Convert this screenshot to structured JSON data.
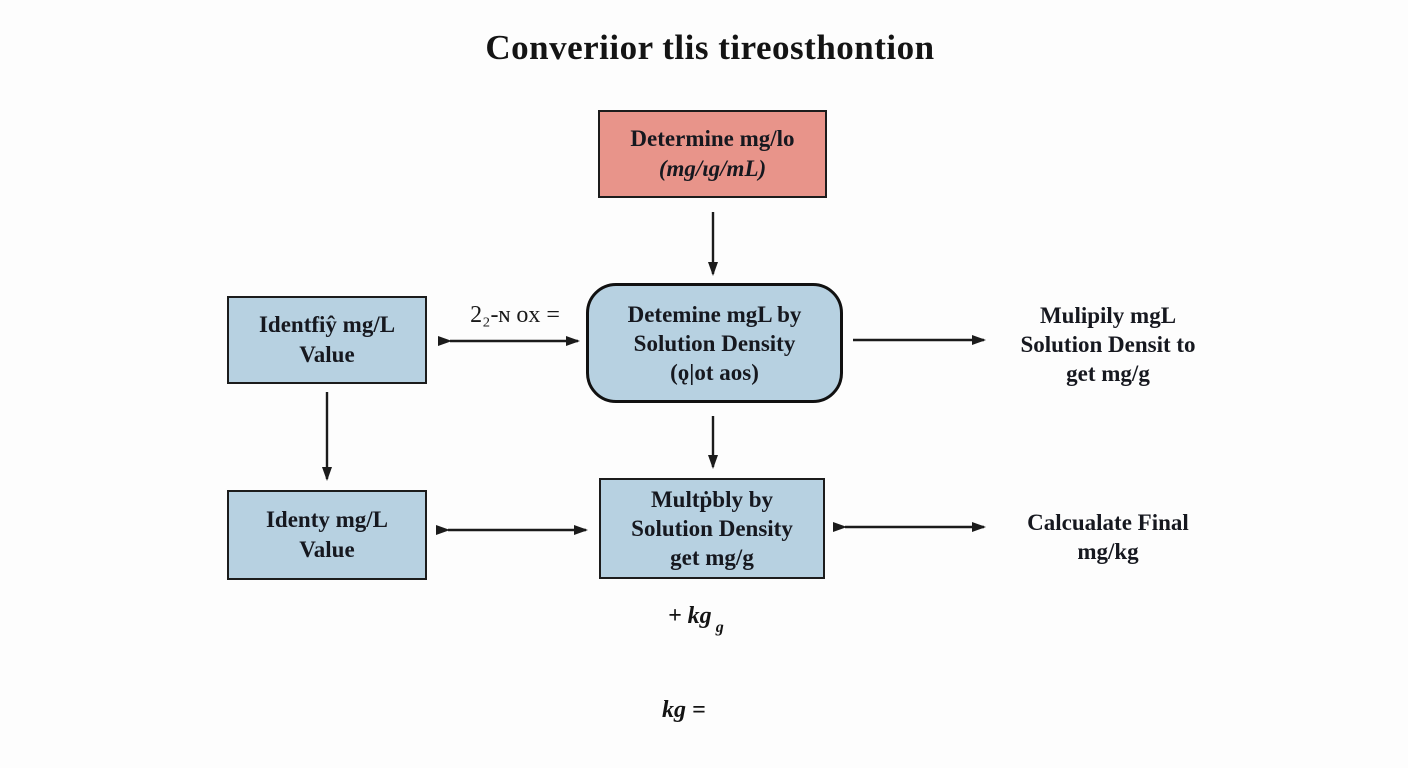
{
  "title": "Converiior tlis tireosthontion",
  "colors": {
    "red_box_fill": "#e8948a",
    "blue_box_fill": "#b7d1e1",
    "border": "#1c1c1c",
    "arrow": "#1b1b1b",
    "background": "#fdfdfd"
  },
  "nodes": {
    "determine_mg": {
      "line1": "Determine mg/lo",
      "line2": "(mg/ɩg/mL)"
    },
    "determine_mgl_density": {
      "line1": "Detemine mgL by",
      "line2": "Solution Density",
      "line3": "(ǫ|ot aos)"
    },
    "identify_mgl": {
      "line1": "Identfiŷ mg/L",
      "line2": "Value"
    },
    "identy_mgl": {
      "line1": "Identy mg/L",
      "line2": "Value"
    },
    "multiply_density": {
      "line1": "Multṗbly by",
      "line2": "Solution Density",
      "line3": "get mg/g"
    },
    "multiply_mgl_text": {
      "line1": "Mulipily mgL",
      "line2": "Solution Densit to",
      "line3": "get mg/g"
    },
    "calculate_final": {
      "line1": "Calcualate Final",
      "line2": "mg/kg"
    }
  },
  "labels": {
    "arrow_label": "2₂-ɴ ox =",
    "plus_kg_main": "+ kg",
    "plus_kg_sub": "g",
    "kg_equals": "kg ="
  }
}
